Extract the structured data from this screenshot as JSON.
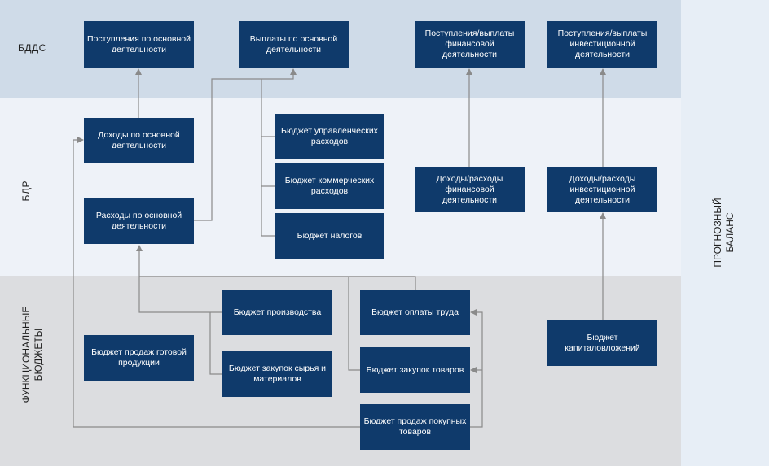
{
  "bands": {
    "bdds": "БДДС",
    "bdr": "БДР",
    "func": "ФУНКЦИОНАЛЬНЫЕ\nБЮДЖЕТЫ",
    "side": "ПРОГНОЗНЫЙ\nБАЛАНС"
  },
  "boxes": {
    "inflows_main": "Поступления по основной деятельности",
    "payments_main": "Выплаты по основной деятельности",
    "fin_flows": "Поступления/выплаты финансовой деятельности",
    "inv_flows": "Поступления/выплаты инвестиционной деятельности",
    "income_main": "Доходы по основной деятельности",
    "expenses_main": "Расходы по основной деятельности",
    "admin_budget": "Бюджет управленческих расходов",
    "commercial_budget": "Бюджет коммерческих расходов",
    "tax_budget": "Бюджет налогов",
    "fin_income": "Доходы/расходы финансовой деятельности",
    "inv_income": "Доходы/расходы инвестиционной деятельности",
    "production_budget": "Бюджет производства",
    "materials_budget": "Бюджет закупок сырья и материалов",
    "sales_finished_budget": "Бюджет продаж готовой продукции",
    "labor_budget": "Бюджет оплаты труда",
    "goods_purchase_budget": "Бюджет закупок товаров",
    "goods_sales_budget": "Бюджет продаж покупных товаров",
    "capex_budget": "Бюджет капиталовложений"
  }
}
